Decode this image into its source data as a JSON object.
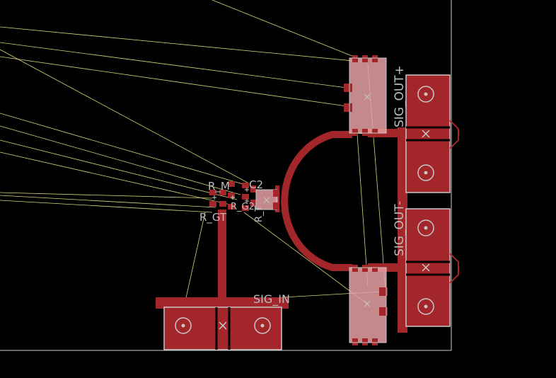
{
  "view": {
    "background": "#000000",
    "board_outline_color": "#d0d0d0",
    "copper_color": "#a3262a",
    "silk_color": "#c8c8c8",
    "ratsnest_color": "#d6d67a",
    "mask_color": "#e6a1a4",
    "label_color": "#bdbdbd"
  },
  "labels": {
    "sig_out_plus": "SIG_OUT+",
    "sig_out_minus": "SIG_OUT-",
    "sig_in": "SIG_IN",
    "r_m": "R_M",
    "r_gt": "R_GT",
    "r_g2": "R_G2",
    "r_t": "R_T",
    "c2": "C2"
  },
  "icons": {
    "origin_marker": "cross-icon"
  }
}
